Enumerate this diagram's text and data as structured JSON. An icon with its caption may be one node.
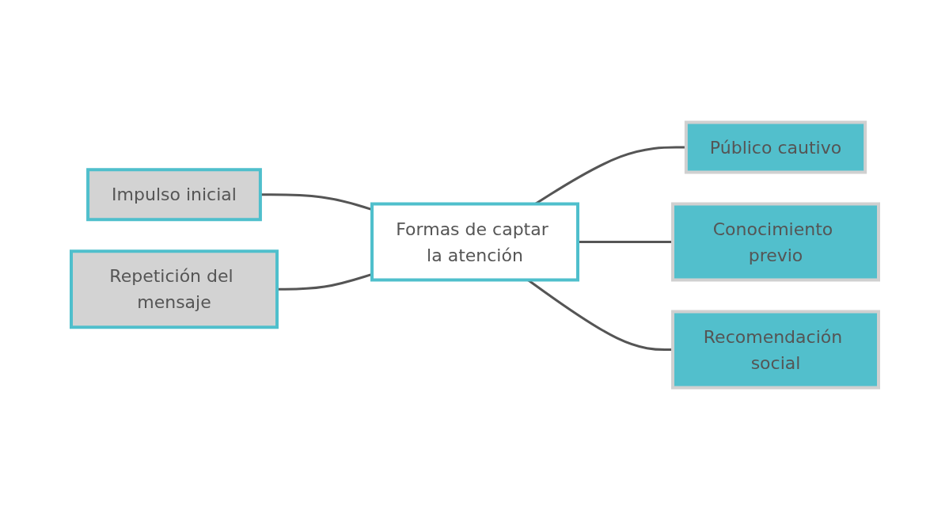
{
  "diagram": {
    "nodes": [
      {
        "text": [
          "Impulso inicial"
        ]
      },
      {
        "text": [
          "Público cautivo"
        ]
      },
      {
        "text": [
          "Formas de captar la atención"
        ]
      },
      {
        "text": [
          "Conocimiento previo"
        ]
      },
      {
        "text": [
          "Repetición del mensaje"
        ]
      },
      {
        "text": [
          "Recomendación social"
        ]
      }
    ],
    "edges": [
      {
        "from": 0,
        "to": 2,
        "arrow": "none"
      },
      {
        "from": 4,
        "to": 2,
        "arrow": "none"
      },
      {
        "from": 2,
        "to": 1,
        "arrow": "none"
      },
      {
        "from": 2,
        "to": 3,
        "arrow": "none"
      },
      {
        "from": 2,
        "to": 5,
        "arrow": "none"
      }
    ]
  }
}
